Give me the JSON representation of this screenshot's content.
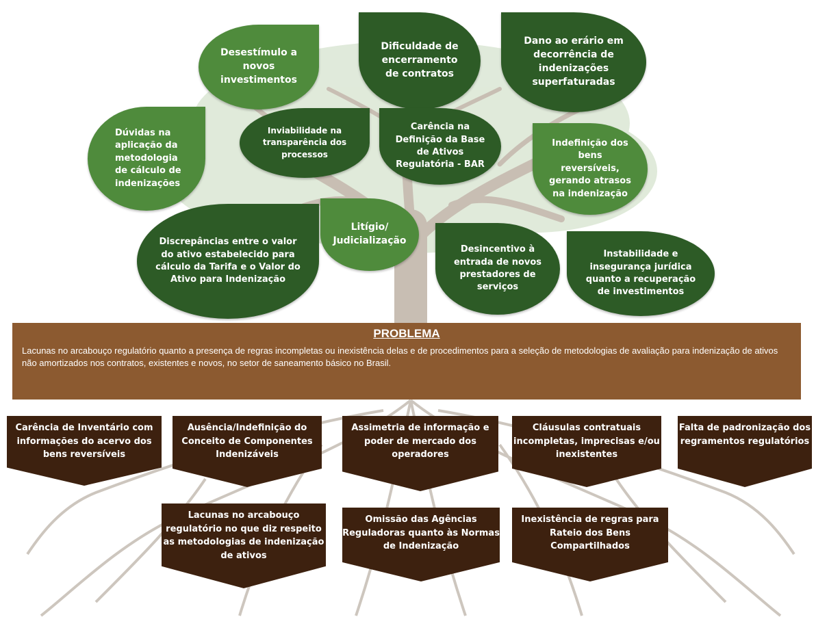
{
  "leaves": [
    {
      "id": "desestimulo",
      "text": "Desestímulo a novos investimentos"
    },
    {
      "id": "dificuldade",
      "text": "Dificuldade de encerramento de contratos"
    },
    {
      "id": "dano",
      "text": "Dano ao erário em decorrência de indenizações superfaturadas"
    },
    {
      "id": "duvidas",
      "text": "Dúvidas na aplicação da metodologia de cálculo de indenizações"
    },
    {
      "id": "inviabilidade",
      "text": "Inviabilidade na transparência dos processos"
    },
    {
      "id": "carencia-bar",
      "text": "Carência na Definição da Base de Ativos Regulatória - BAR"
    },
    {
      "id": "indefinicao",
      "text": "Indefinição dos bens reversíveis, gerando atrasos na indenização"
    },
    {
      "id": "discrepancias",
      "text": "Discrepâncias entre o valor do ativo estabelecido para cálculo da Tarifa e o Valor do Ativo para Indenização"
    },
    {
      "id": "litigio",
      "text": "Litígio/ Judicialização"
    },
    {
      "id": "desincentivo",
      "text": "Desincentivo à entrada de novos prestadores de serviços"
    },
    {
      "id": "instabilidade",
      "text": "Instabilidade e insegurança jurídica quanto a recuperação de investimentos"
    }
  ],
  "problem": {
    "title": "PROBLEMA",
    "text": "Lacunas no arcabouço regulatório quanto a presença de regras incompletas ou inexistência delas e de procedimentos para a seleção de metodologias de avaliação para indenização de ativos não amortizados nos contratos, existentes e novos, no setor de saneamento básico no Brasil."
  },
  "roots": [
    {
      "id": "carencia-inventario",
      "text": "Carência de Inventário com informações do acervo dos bens reversíveis"
    },
    {
      "id": "ausencia",
      "text": "Ausência/Indefinição do Conceito de Componentes Indenizáveis"
    },
    {
      "id": "assimetria",
      "text": "Assimetria de informação e poder de mercado dos operadores"
    },
    {
      "id": "clausulas",
      "text": "Cláusulas contratuais incompletas, imprecisas e/ou inexistentes"
    },
    {
      "id": "falta",
      "text": "Falta de padronização dos regramentos regulatórios"
    },
    {
      "id": "lacunas",
      "text": "Lacunas no arcabouço regulatório no que diz respeito as metodologias de indenização de ativos"
    },
    {
      "id": "omissao",
      "text": "Omissão das Agências Reguladoras quanto às Normas de Indenização"
    },
    {
      "id": "inexistencia",
      "text": "Inexistência de regras para Rateio dos Bens Compartilhados"
    }
  ],
  "colors": {
    "leaf_dark": "#2d5b26",
    "leaf_mid": "#3e7a2e",
    "leaf_light": "#4f8b3c",
    "problem_bg": "#8c5a30",
    "root_bg": "#3d210f",
    "trunk": "#c8beb3",
    "foliage": "#c7d9bd"
  }
}
